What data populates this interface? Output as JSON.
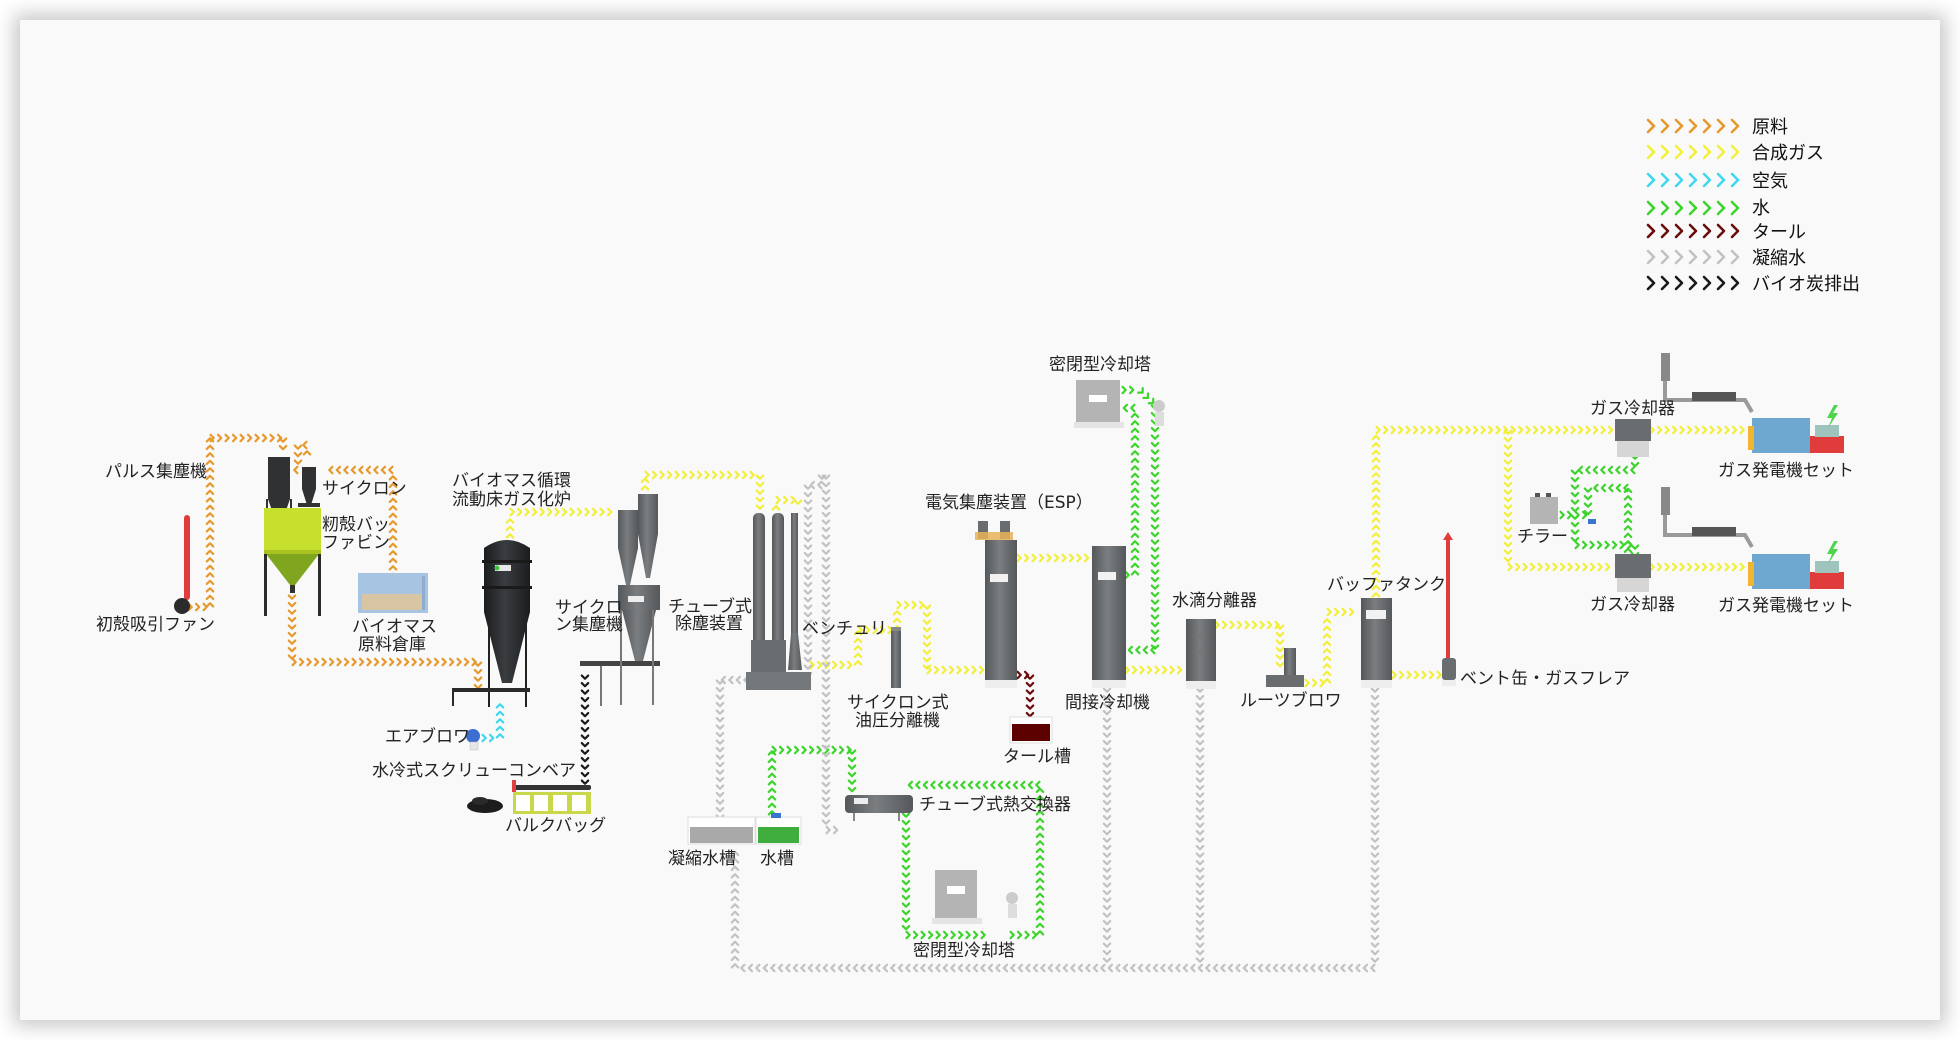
{
  "title": "バイオマスガス化発電 プロセスフロー",
  "colors": {
    "raw_material": "#e69a2e",
    "syngas": "#f2ef3a",
    "air": "#3fd8ee",
    "water": "#3ed42e",
    "tar": "#6b0c0c",
    "condensate": "#c2c2c2",
    "biochar": "#1a1a1a",
    "hopper_green": "#c7e02e",
    "hopper_cone": "#7fa61e",
    "equipment_gray": "#6b6e71",
    "gasifier_black": "#2a2c2e",
    "flare_red": "#e03c3c",
    "tar_tank": "#5c0000",
    "water_tank": "#3fae3f",
    "condensate_tank": "#a9a9a9",
    "storage_blue": "#a7c4e3"
  },
  "legend": [
    {
      "key": "raw_material",
      "label": "原料"
    },
    {
      "key": "syngas",
      "label": "合成ガス"
    },
    {
      "key": "air",
      "label": "空気"
    },
    {
      "key": "water",
      "label": "水"
    },
    {
      "key": "tar",
      "label": "タール"
    },
    {
      "key": "condensate",
      "label": "凝縮水"
    },
    {
      "key": "biochar",
      "label": "バイオ炭排出"
    }
  ],
  "equipment": {
    "husk_fan": "初殻吸引ファン",
    "pulse_collector": "パルス集塵機",
    "cyclone_small": "サイクロン",
    "husk_hopper_line1": "籾殻バッ",
    "husk_hopper_line2": "ファビン",
    "biomass_storage_line1": "バイオマス",
    "biomass_storage_line2": "原料倉庫",
    "gasifier_line1": "バイオマス循環",
    "gasifier_line2": "流動床ガス化炉",
    "air_blower": "エアブロワ",
    "screw_conveyor": "水冷式スクリューコンベア",
    "bulk_bag": "バルクバッグ",
    "cyclone_collector_line1": "サイクロ",
    "cyclone_collector_line2": "ン集塵機",
    "tube_dust_remover_line1": "チューブ式",
    "tube_dust_remover_line2": "除塵装置",
    "venturi": "ベンチュリ",
    "oil_separator_line1": "サイクロン式",
    "oil_separator_line2": "油圧分離機",
    "condensate_tank": "凝縮水槽",
    "water_tank": "水槽",
    "tube_heat_exchanger": "チューブ式熱交換器",
    "closed_cooling_tower_bottom": "密閉型冷却塔",
    "esp": "電気集塵装置（ESP）",
    "tar_tank": "タール槽",
    "closed_cooling_tower_top": "密閉型冷却塔",
    "indirect_cooler": "間接冷却機",
    "droplet_separator": "水滴分離器",
    "roots_blower": "ルーツブロワ",
    "buffer_tank": "バッファタンク",
    "vent_flare": "ベント缶・ガスフレア",
    "gas_cooler_1": "ガス冷却器",
    "gas_cooler_2": "ガス冷却器",
    "chiller": "チラー",
    "generator_1": "ガス発電機セット",
    "generator_2": "ガス発電機セット"
  },
  "flows": [
    {
      "type": "raw_material",
      "name": "fan-to-pulse",
      "points": [
        [
          188,
          607
        ],
        [
          210,
          607
        ],
        [
          210,
          438
        ],
        [
          283,
          438
        ],
        [
          283,
          455
        ]
      ]
    },
    {
      "type": "raw_material",
      "name": "storage-to-cyclone",
      "points": [
        [
          393,
          600
        ],
        [
          393,
          470
        ],
        [
          322,
          470
        ]
      ]
    },
    {
      "type": "raw_material",
      "name": "cyclone-to-pulse",
      "points": [
        [
          307,
          455
        ],
        [
          307,
          445
        ],
        [
          298,
          445
        ],
        [
          298,
          470
        ],
        [
          290,
          470
        ]
      ]
    },
    {
      "type": "raw_material",
      "name": "hopper-to-gasifier",
      "points": [
        [
          292,
          595
        ],
        [
          292,
          662
        ],
        [
          478,
          662
        ],
        [
          478,
          690
        ]
      ]
    },
    {
      "type": "air",
      "name": "blower-to-gasifier",
      "points": [
        [
          482,
          738
        ],
        [
          500,
          738
        ],
        [
          500,
          700
        ]
      ]
    },
    {
      "type": "biochar",
      "name": "cyclone-to-bulkbag",
      "points": [
        [
          585,
          675
        ],
        [
          585,
          785
        ]
      ]
    },
    {
      "type": "syngas",
      "name": "gasifier-to-cyclone",
      "points": [
        [
          510,
          538
        ],
        [
          510,
          512
        ],
        [
          615,
          512
        ]
      ]
    },
    {
      "type": "syngas",
      "name": "cyclone-to-dust-remover",
      "points": [
        [
          645,
          490
        ],
        [
          645,
          475
        ],
        [
          760,
          475
        ],
        [
          760,
          510
        ]
      ]
    },
    {
      "type": "syngas",
      "name": "dust-remover-internal",
      "points": [
        [
          776,
          510
        ],
        [
          776,
          500
        ],
        [
          798,
          500
        ],
        [
          798,
          510
        ]
      ]
    },
    {
      "type": "syngas",
      "name": "venturi-to-oilsep",
      "points": [
        [
          810,
          665
        ],
        [
          858,
          665
        ],
        [
          858,
          630
        ],
        [
          893,
          630
        ]
      ]
    },
    {
      "type": "syngas",
      "name": "oilsep-to-esp",
      "points": [
        [
          897,
          630
        ],
        [
          897,
          605
        ],
        [
          927,
          605
        ],
        [
          927,
          670
        ],
        [
          985,
          670
        ]
      ]
    },
    {
      "type": "syngas",
      "name": "esp-to-indirect",
      "points": [
        [
          1017,
          558
        ],
        [
          1090,
          558
        ]
      ]
    },
    {
      "type": "syngas",
      "name": "indirect-to-droplet",
      "points": [
        [
          1125,
          670
        ],
        [
          1185,
          670
        ]
      ]
    },
    {
      "type": "syngas",
      "name": "droplet-to-roots",
      "points": [
        [
          1215,
          625
        ],
        [
          1280,
          625
        ],
        [
          1280,
          668
        ]
      ]
    },
    {
      "type": "syngas",
      "name": "roots-to-buffer",
      "points": [
        [
          1305,
          683
        ],
        [
          1327,
          683
        ],
        [
          1327,
          612
        ],
        [
          1360,
          612
        ]
      ]
    },
    {
      "type": "syngas",
      "name": "buffer-to-flare",
      "points": [
        [
          1392,
          675
        ],
        [
          1442,
          675
        ]
      ]
    },
    {
      "type": "syngas",
      "name": "buffer-to-gascoolers",
      "points": [
        [
          1376,
          597
        ],
        [
          1376,
          430
        ],
        [
          1615,
          430
        ]
      ]
    },
    {
      "type": "syngas",
      "name": "branch-to-cooler2",
      "points": [
        [
          1508,
          430
        ],
        [
          1508,
          567
        ],
        [
          1615,
          567
        ]
      ]
    },
    {
      "type": "syngas",
      "name": "cooler1-to-gen1",
      "points": [
        [
          1650,
          430
        ],
        [
          1750,
          430
        ]
      ]
    },
    {
      "type": "syngas",
      "name": "cooler2-to-gen2",
      "points": [
        [
          1650,
          567
        ],
        [
          1750,
          567
        ]
      ]
    },
    {
      "type": "tar",
      "name": "esp-to-tartank",
      "points": [
        [
          1017,
          675
        ],
        [
          1030,
          675
        ],
        [
          1030,
          720
        ]
      ]
    },
    {
      "type": "water",
      "name": "top-tower-loop-down",
      "points": [
        [
          1122,
          390
        ],
        [
          1140,
          390
        ],
        [
          1155,
          405
        ],
        [
          1155,
          650
        ],
        [
          1125,
          650
        ]
      ]
    },
    {
      "type": "water",
      "name": "top-tower-loop-up",
      "points": [
        [
          1125,
          575
        ],
        [
          1135,
          575
        ],
        [
          1135,
          408
        ],
        [
          1122,
          408
        ]
      ]
    },
    {
      "type": "water",
      "name": "watertank-to-exchanger",
      "points": [
        [
          772,
          815
        ],
        [
          772,
          750
        ],
        [
          852,
          750
        ],
        [
          852,
          795
        ]
      ]
    },
    {
      "type": "water",
      "name": "exchanger-to-bottom-tower",
      "points": [
        [
          906,
          813
        ],
        [
          906,
          935
        ],
        [
          992,
          935
        ]
      ]
    },
    {
      "type": "water",
      "name": "bottom-tower-return",
      "points": [
        [
          1010,
          935
        ],
        [
          1040,
          935
        ],
        [
          1040,
          785
        ],
        [
          908,
          785
        ]
      ]
    },
    {
      "type": "water",
      "name": "chiller-loop-1",
      "points": [
        [
          1635,
          455
        ],
        [
          1635,
          470
        ],
        [
          1575,
          470
        ],
        [
          1575,
          545
        ],
        [
          1635,
          545
        ],
        [
          1635,
          567
        ]
      ]
    },
    {
      "type": "water",
      "name": "chiller-loop-2",
      "points": [
        [
          1628,
          575
        ],
        [
          1628,
          488
        ],
        [
          1588,
          488
        ],
        [
          1588,
          515
        ]
      ]
    },
    {
      "type": "water",
      "name": "chiller-feed",
      "points": [
        [
          1560,
          515
        ],
        [
          1588,
          515
        ]
      ]
    },
    {
      "type": "condensate",
      "name": "dust-remover-drain",
      "points": [
        [
          822,
          475
        ],
        [
          822,
          485
        ],
        [
          808,
          485
        ],
        [
          808,
          680
        ],
        [
          720,
          680
        ],
        [
          720,
          825
        ]
      ]
    },
    {
      "type": "condensate",
      "name": "exchanger-drain",
      "points": [
        [
          826,
          475
        ],
        [
          826,
          830
        ],
        [
          842,
          830
        ]
      ]
    },
    {
      "type": "condensate",
      "name": "bottom-return",
      "points": [
        [
          1375,
          688
        ],
        [
          1375,
          968
        ],
        [
          735,
          968
        ],
        [
          735,
          845
        ]
      ]
    },
    {
      "type": "condensate",
      "name": "indirect-drain",
      "points": [
        [
          1107,
          688
        ],
        [
          1107,
          968
        ]
      ]
    },
    {
      "type": "condensate",
      "name": "droplet-drain",
      "points": [
        [
          1200,
          688
        ],
        [
          1200,
          968
        ]
      ]
    }
  ]
}
